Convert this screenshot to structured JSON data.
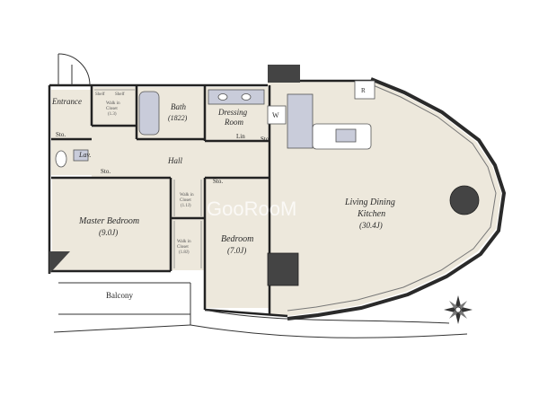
{
  "rooms": {
    "entrance": "Entrance",
    "bath": "Bath",
    "bath_size": "(1822)",
    "dressing_1": "Dressing",
    "dressing_2": "Room",
    "hall": "Hall",
    "lav": "Lav.",
    "master_bedroom": "Master Bedroom",
    "master_size": "(9.0J)",
    "bedroom": "Bedroom",
    "bedroom_size": "(7.0J)",
    "ldk_1": "Living Dining",
    "ldk_2": "Kitchen",
    "ldk_size": "(30.4J)",
    "balcony": "Balcony"
  },
  "fixtures": {
    "sto": "Sto.",
    "lin": "Lin",
    "w": "W",
    "r": "R",
    "shelf": "Shelf",
    "walk_in": "Walk in",
    "closet": "Closet",
    "wic_entrance_size": "(1.3)",
    "wic_hall_size": "(1.1J)",
    "wic_bed_size": "(1.8J)"
  },
  "watermark": "GooRooM",
  "colors": {
    "floor": "#EDE8DC",
    "wall": "#222222",
    "fixture": "#C9CCDA",
    "pillar": "#444444"
  },
  "icons": [
    "compass-rose-icon"
  ]
}
